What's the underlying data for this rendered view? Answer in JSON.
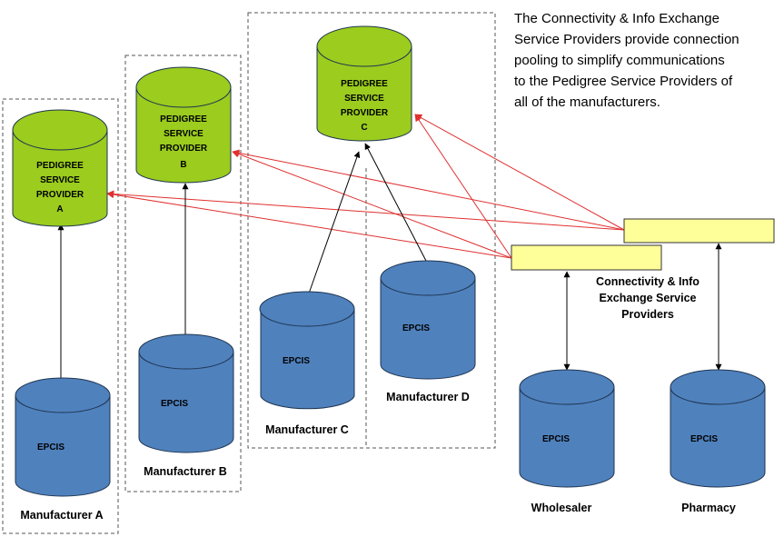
{
  "description": [
    "The Connectivity & Info Exchange",
    "Service Providers provide connection",
    "pooling to simplify communications",
    "to the Pedigree Service Providers of",
    "all of the manufacturers."
  ],
  "pedigree_a": [
    "PEDIGREE",
    "SERVICE",
    "PROVIDER",
    "A"
  ],
  "pedigree_b": [
    "PEDIGREE",
    "SERVICE",
    "PROVIDER",
    "B"
  ],
  "pedigree_c": [
    "PEDIGREE",
    "SERVICE",
    "PROVIDER",
    "C"
  ],
  "epcis_label": "EPCIS",
  "manufacturers": {
    "a": "Manufacturer A",
    "b": "Manufacturer B",
    "c": "Manufacturer C",
    "d": "Manufacturer D"
  },
  "connectivity_label": [
    "Connectivity & Info",
    "Exchange Service",
    "Providers"
  ],
  "wholesaler": "Wholesaler",
  "pharmacy": "Pharmacy",
  "colors": {
    "pedigree_fill": "#9bcc1e",
    "epcis_fill": "#4f81bd",
    "connectivity_fill": "#ffff99",
    "red_arrow": "#e03030"
  }
}
